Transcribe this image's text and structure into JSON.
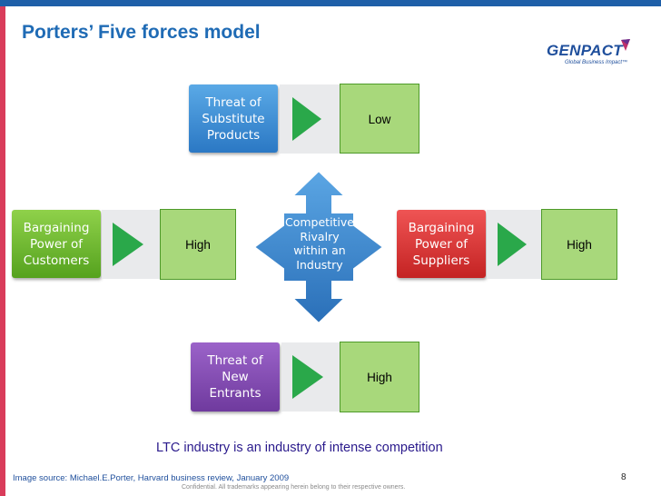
{
  "slide": {
    "title": "Porters’ Five forces model",
    "page_number": "8",
    "conclusion": "LTC industry is an industry of intense competition",
    "source": "Image source: Michael.E.Porter, Harvard business review, January 2009",
    "confidential": "Confidential.  All trademarks appearing herein belong to their respective owners."
  },
  "logo": {
    "brand": "GENPACT",
    "tagline": "Global Business Impact™"
  },
  "forces": {
    "substitutes": {
      "label": "Threat of\nSubstitute\nProducts",
      "rating": "Low",
      "color": "#3a8ad6"
    },
    "buyers": {
      "label": "Bargaining\nPower of\nCustomers",
      "rating": "High",
      "color": "#72b935"
    },
    "suppliers": {
      "label": "Bargaining\nPower of\nSuppliers",
      "rating": "High",
      "color": "#db3b3b"
    },
    "entrants": {
      "label": "Threat of\nNew\nEntrants",
      "rating": "High",
      "color": "#8650b5"
    },
    "rivalry": {
      "label": "Competitive\nRivalry\nwithin an\nIndustry",
      "color": "#3a86cc"
    }
  },
  "colors": {
    "title": "#1f6bb5",
    "top_bar": "#1e5fa8",
    "side_bar": "#d93c5b",
    "rating_box": "#a8d87b",
    "arrow": "#2aa84a"
  }
}
